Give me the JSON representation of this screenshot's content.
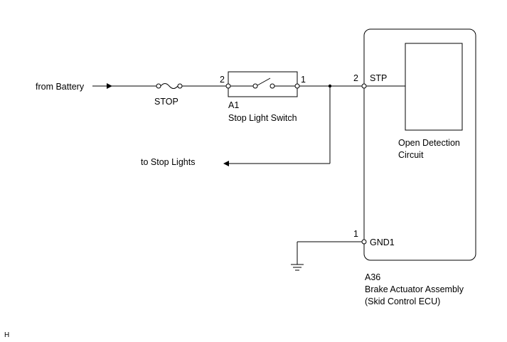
{
  "labels": {
    "from_battery": "from Battery",
    "fuse": "STOP",
    "to_stop_lights": "to Stop Lights",
    "switch_connector": "A1",
    "switch_name": "Stop Light Switch",
    "switch_pin_left": "2",
    "switch_pin_right": "1",
    "ecu_stp_pin": "2",
    "ecu_stp_name": "STP",
    "ecu_gnd_pin": "1",
    "ecu_gnd_name": "GND1",
    "circuit_line1": "Open Detection",
    "circuit_line2": "Circuit",
    "ecu_connector": "A36",
    "ecu_name_line1": "Brake Actuator Assembly",
    "ecu_name_line2": "(Skid Control ECU)",
    "corner_mark": "H"
  }
}
